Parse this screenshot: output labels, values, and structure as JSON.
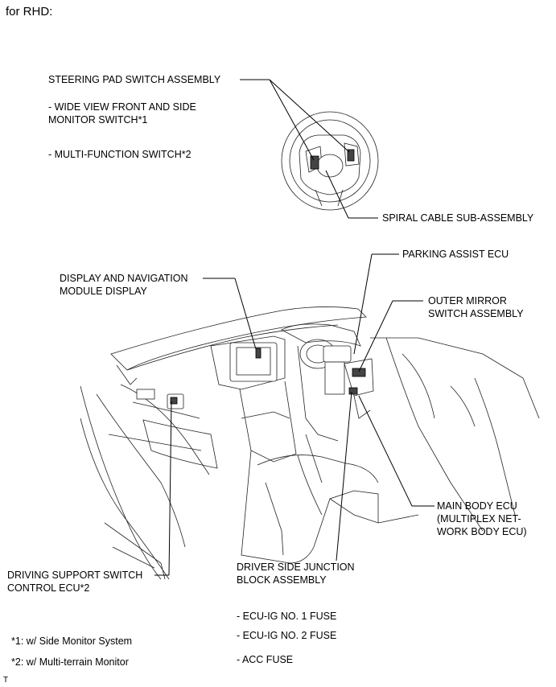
{
  "title": "for RHD:",
  "labels": {
    "steering_pad": "STEERING PAD SWITCH ASSEMBLY",
    "wide_view_1": "- WIDE VIEW FRONT AND SIDE",
    "wide_view_2": "MONITOR SWITCH*1",
    "multi_function": "- MULTI-FUNCTION SWITCH*2",
    "spiral_cable": "SPIRAL CABLE SUB-ASSEMBLY",
    "parking_assist": "PARKING ASSIST ECU",
    "display_nav_1": "DISPLAY AND NAVIGATION",
    "display_nav_2": "MODULE DISPLAY",
    "outer_mirror_1": "OUTER MIRROR",
    "outer_mirror_2": "SWITCH ASSEMBLY",
    "main_body_1": "MAIN BODY ECU",
    "main_body_2": "(MULTIPLEX NET-",
    "main_body_3": "WORK BODY ECU)",
    "driver_jb_1": "DRIVER SIDE JUNCTION",
    "driver_jb_2": "BLOCK ASSEMBLY",
    "driving_support_1": "DRIVING SUPPORT SWITCH",
    "driving_support_2": "CONTROL ECU*2",
    "fuse_1": "- ECU-IG NO. 1 FUSE",
    "fuse_2": "- ECU-IG NO. 2 FUSE",
    "fuse_acc": "- ACC FUSE",
    "note_1": "*1: w/ Side Monitor System",
    "note_2": "*2: w/ Multi-terrain Monitor",
    "corner_mark": "T"
  }
}
